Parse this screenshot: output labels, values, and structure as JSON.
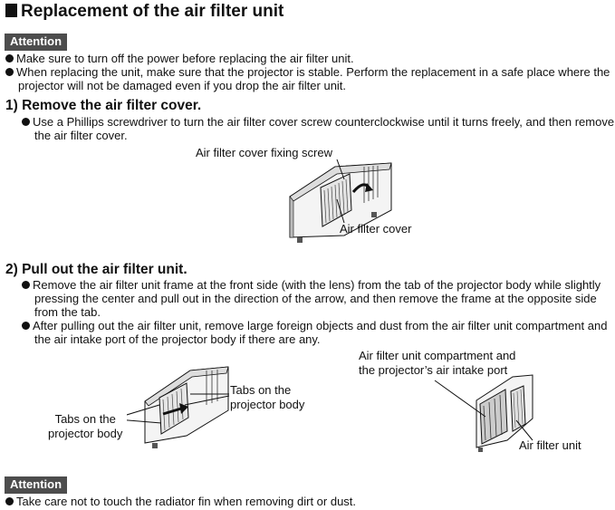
{
  "title": "Replacement of the air filter unit",
  "attention1": {
    "badge": "Attention",
    "bullets": [
      "Make sure to turn off the power before replacing the air filter unit.",
      "When replacing the unit, make sure that the projector is stable. Perform the replacement in a safe place where the projector will not be damaged even if you drop the air filter unit."
    ]
  },
  "step1": {
    "heading": "1)  Remove the air filter cover.",
    "bullets": [
      "Use a Phillips screwdriver to turn the air filter cover screw counterclockwise until it turns freely, and then remove the air filter cover."
    ],
    "labels": {
      "screw": "Air filter cover fixing screw",
      "cover": "Air filter cover"
    }
  },
  "step2": {
    "heading": "2)  Pull out the air filter unit.",
    "bullets": [
      "Remove the air filter unit frame at the front side (with the lens) from the tab of the projector body while slightly pressing the center and pull out in the direction of the arrow, and then remove the frame at the opposite side from the tab.",
      "After pulling out the air filter unit, remove large foreign objects and dust from the air filter unit compartment and the air intake port of the projector body if there are any."
    ],
    "labels": {
      "tabs_right": [
        "Tabs on the",
        "projector body"
      ],
      "tabs_left": [
        "Tabs on the",
        "projector body"
      ],
      "compartment": [
        "Air filter unit compartment and",
        "the projector’s air intake port"
      ],
      "unit": "Air filter unit"
    }
  },
  "attention2": {
    "badge": "Attention",
    "bullets": [
      "Take care not to touch the radiator fin when removing dirt or dust."
    ]
  }
}
